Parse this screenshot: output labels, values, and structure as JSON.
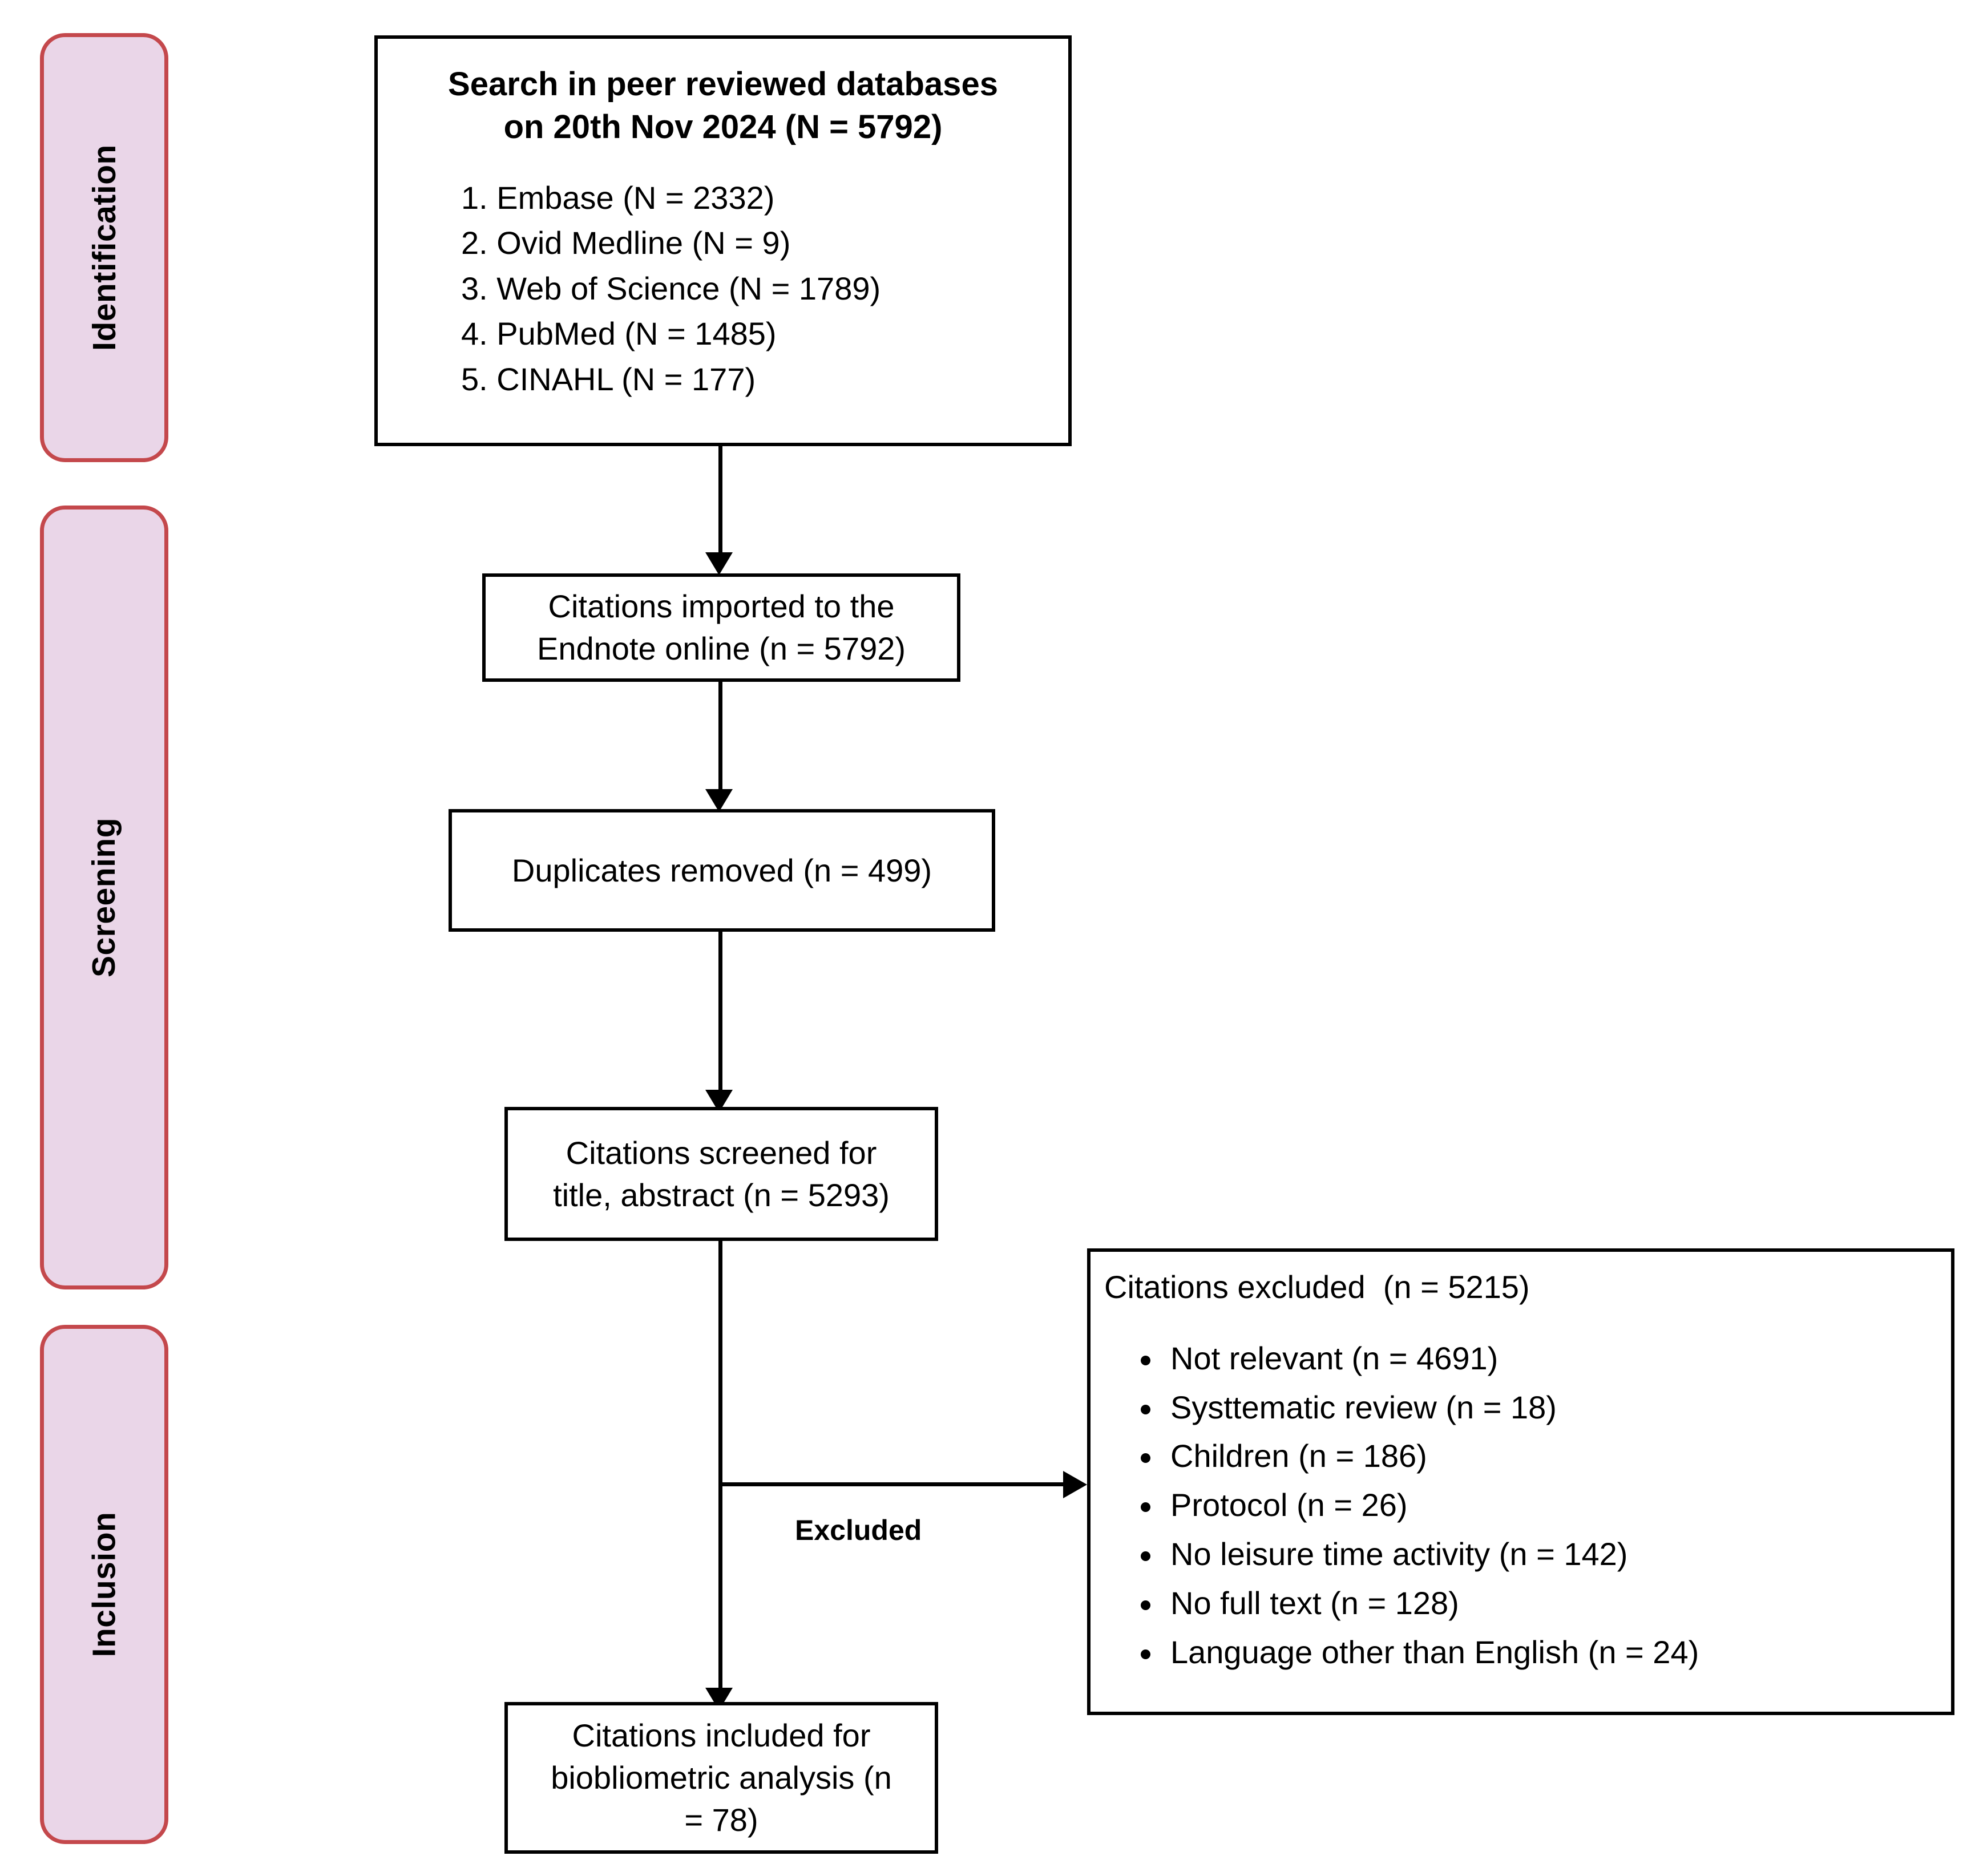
{
  "diagram": {
    "title": "PRISMA study selection flow diagram",
    "colors": {
      "stage_fill": "#ead6e8",
      "stage_border": "#c4484c",
      "box_border": "#000000",
      "background": "#ffffff",
      "text": "#000000"
    }
  },
  "stages": [
    {
      "label": "Identification"
    },
    {
      "label": "Screening"
    },
    {
      "label": "Inclusion"
    }
  ],
  "boxes": {
    "search": {
      "title_line1": "Search in peer reviewed databases",
      "title_line2": "on 20th Nov 2024 (N = 5792)",
      "databases": [
        "1. Embase (N = 2332)",
        "2. Ovid Medline (N = 9)",
        "3. Web of Science (N = 1789)",
        "4. PubMed (N = 1485)",
        "5. CINAHL (N = 177)"
      ]
    },
    "imported": {
      "line1": "Citations imported to the",
      "line2": "Endnote online (n = 5792)"
    },
    "duplicates": {
      "line1": "Duplicates removed (n = 499)"
    },
    "screened": {
      "line1": "Citations screened for",
      "line2": "title, abstract (n = 5293)"
    },
    "included": {
      "line1": "Citations included for",
      "line2": "biobliometric analysis (n",
      "line3": "= 78)"
    },
    "excluded": {
      "heading": "Citations excluded  (n = 5215)",
      "reasons": [
        "Not relevant (n = 4691)",
        "Systtematic review (n = 18)",
        "Children (n = 186)",
        "Protocol (n = 26)",
        "No leisure time activity (n = 142)",
        "No full text (n = 128)",
        "Language other than English (n = 24)"
      ]
    }
  },
  "edges": {
    "excluded_label": "Excluded"
  }
}
